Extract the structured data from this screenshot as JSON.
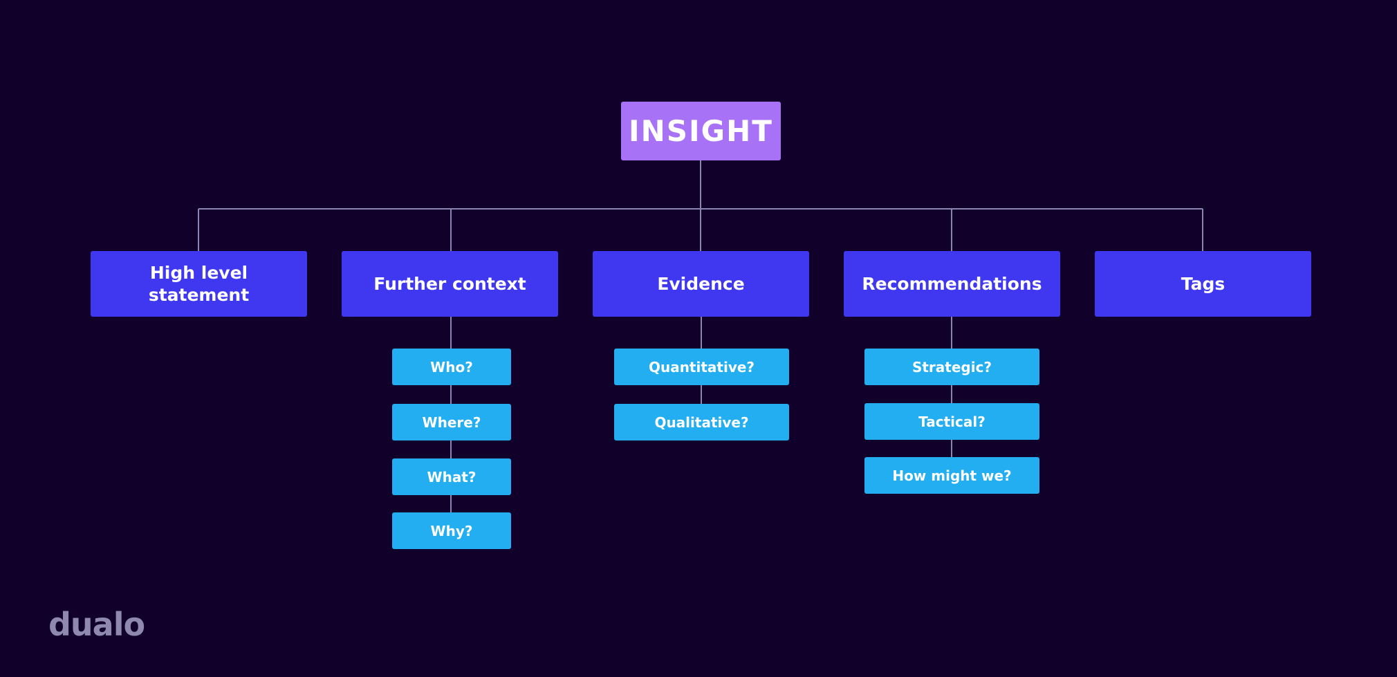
{
  "root": {
    "label": "INSIGHT"
  },
  "categories": [
    {
      "label": "High level statement"
    },
    {
      "label": "Further context",
      "children": [
        "Who?",
        "Where?",
        "What?",
        "Why?"
      ]
    },
    {
      "label": "Evidence",
      "children": [
        "Quantitative?",
        "Qualitative?"
      ]
    },
    {
      "label": "Recommendations",
      "children": [
        "Strategic?",
        "Tactical?",
        "How might we?"
      ]
    },
    {
      "label": "Tags"
    }
  ],
  "logo": {
    "text": "dualo"
  },
  "colors": {
    "background": "#10002a",
    "root": "#a872f6",
    "category": "#4038f0",
    "subitem": "#22aef0",
    "connector": "#8a85b3",
    "logo": "#8e89ad"
  }
}
